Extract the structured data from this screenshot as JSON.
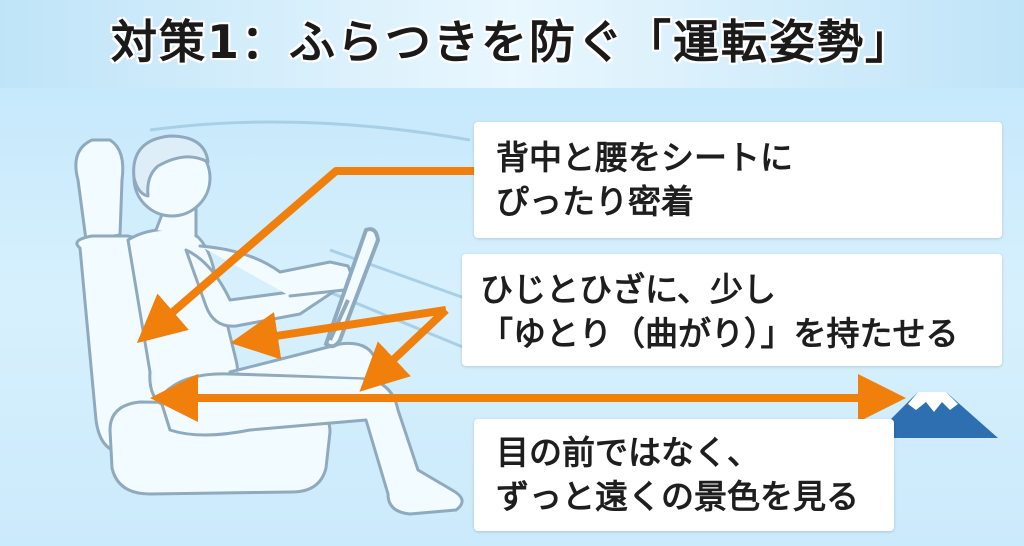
{
  "title": "対策1：ふらつきを防ぐ「運転姿勢」",
  "callouts": [
    {
      "lines": [
        "背中と腰をシートに",
        "ぴったり密着"
      ]
    },
    {
      "lines": [
        "ひじとひざに、少し",
        "「ゆとり（曲がり）」を持たせる"
      ]
    },
    {
      "lines": [
        "目の前ではなく、",
        "ずっと遠くの景色を見る"
      ]
    }
  ],
  "colors": {
    "arrow": "#f07f0c",
    "figure_fill": "#f2fbff",
    "figure_stroke": "#8fa9bf",
    "mountain": "#2d6fb0",
    "snow": "#ffffff"
  },
  "icons": [
    "driver-figure",
    "car-seat",
    "steering-wheel",
    "mountain-icon"
  ]
}
